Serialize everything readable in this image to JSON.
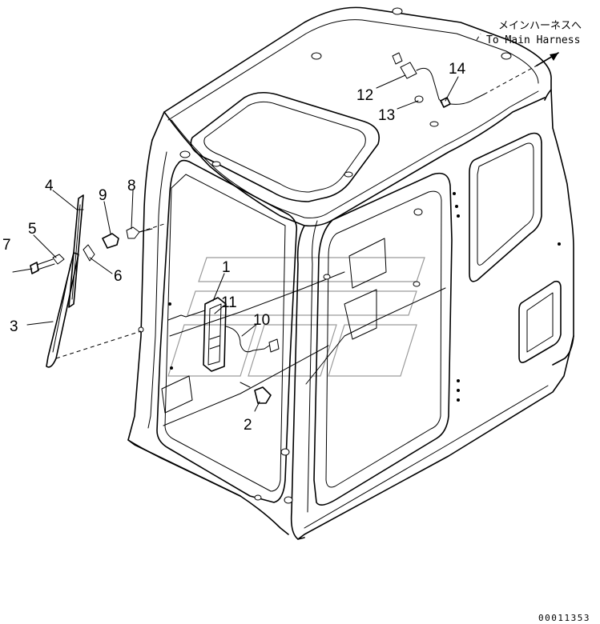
{
  "callouts": {
    "c1": "1",
    "c2": "2",
    "c3": "3",
    "c4": "4",
    "c5": "5",
    "c6": "6",
    "c7": "7",
    "c8": "8",
    "c9": "9",
    "c10": "10",
    "c11": "11",
    "c12": "12",
    "c13": "13",
    "c14": "14"
  },
  "harness_note": {
    "jp": "メインハーネスへ",
    "en": "To Main Harness"
  },
  "drawing_code": "00011353"
}
